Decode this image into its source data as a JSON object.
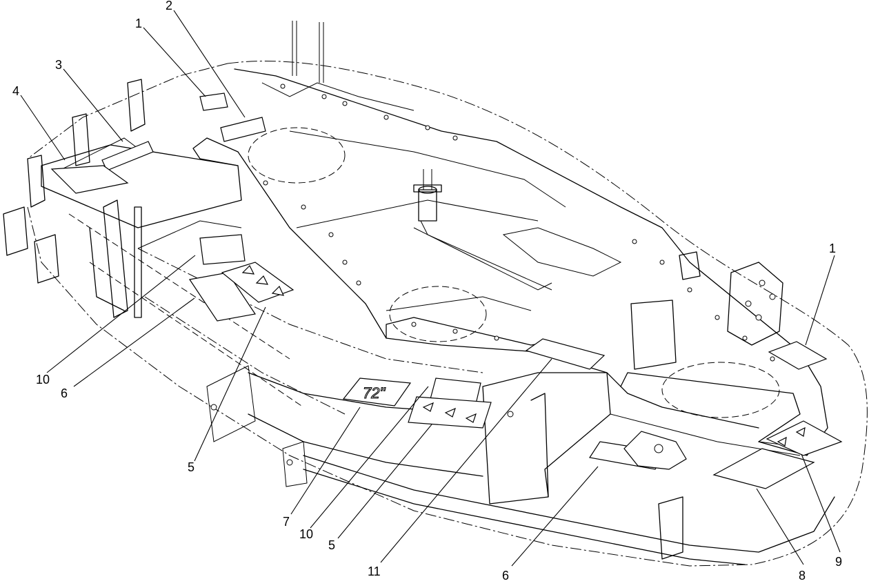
{
  "diagram": {
    "decal_text_72": "72\"",
    "callouts": [
      {
        "id": "c1a",
        "label": "1"
      },
      {
        "id": "c2",
        "label": "2"
      },
      {
        "id": "c3",
        "label": "3"
      },
      {
        "id": "c4",
        "label": "4"
      },
      {
        "id": "c1b",
        "label": "1"
      },
      {
        "id": "c10a",
        "label": "10"
      },
      {
        "id": "c6a",
        "label": "6"
      },
      {
        "id": "c5a",
        "label": "5"
      },
      {
        "id": "c7",
        "label": "7"
      },
      {
        "id": "c10b",
        "label": "10"
      },
      {
        "id": "c5b",
        "label": "5"
      },
      {
        "id": "c11",
        "label": "11"
      },
      {
        "id": "c6b",
        "label": "6"
      },
      {
        "id": "c8",
        "label": "8"
      },
      {
        "id": "c9",
        "label": "9"
      }
    ]
  }
}
